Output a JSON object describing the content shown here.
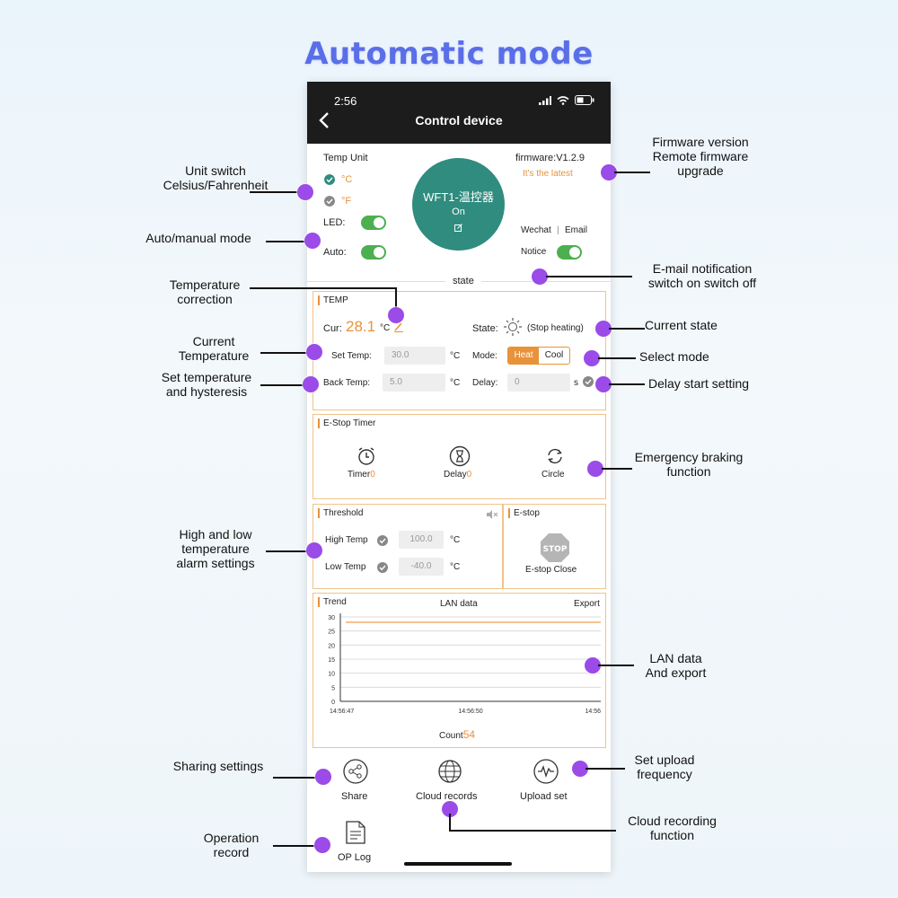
{
  "headline": "Automatic mode",
  "status_bar": {
    "time": "2:56"
  },
  "nav": {
    "title": "Control device"
  },
  "device": {
    "temp_unit_label": "Temp Unit",
    "celsius": "°C",
    "fahrenheit": "°F",
    "led_label": "LED:",
    "auto_label": "Auto:",
    "name": "WFT1-温控器",
    "power_state": "On",
    "firmware": "firmware:V1.2.9",
    "firmware_status": "It's the latest",
    "wechat": "Wechat",
    "email": "Email",
    "notice_label": "Notice",
    "state_divider": "state",
    "led_on": true,
    "auto_on": true,
    "notice_on": true
  },
  "temp_panel": {
    "title": "TEMP",
    "cur_label": "Cur:",
    "cur_value": "28.1",
    "cur_unit": "°C",
    "state_label": "State:",
    "state_value": "(Stop heating)",
    "set_temp_label": "Set Temp:",
    "set_temp_value": "30.0",
    "set_temp_unit": "°C",
    "mode_label": "Mode:",
    "mode_heat": "Heat",
    "mode_cool": "Cool",
    "back_temp_label": "Back Temp:",
    "back_temp_value": "5.0",
    "back_temp_unit": "°C",
    "delay_label": "Delay:",
    "delay_value": "0",
    "delay_unit": "s"
  },
  "estop_timer": {
    "title": "E-Stop Timer",
    "timer_label": "Timer",
    "timer_count": "0",
    "delay_label": "Delay",
    "delay_count": "0",
    "circle_label": "Circle"
  },
  "threshold": {
    "title": "Threshold",
    "high_label": "High Temp",
    "high_value": "100.0",
    "high_unit": "°C",
    "low_label": "Low  Temp",
    "low_value": "-40.0",
    "low_unit": "°C"
  },
  "estop": {
    "title": "E-stop",
    "sign": "STOP",
    "label": "E-stop Close"
  },
  "trend": {
    "title": "Trend",
    "center_label": "LAN data",
    "export_label": "Export",
    "count_label": "Count",
    "count_value": "54"
  },
  "chart_data": {
    "type": "line",
    "y_ticks": [
      "30",
      "25",
      "20",
      "15",
      "10",
      "5",
      "0"
    ],
    "x_ticks": [
      "14:56:47",
      "14:56:50",
      "14:56"
    ],
    "ylim": [
      0,
      30
    ],
    "series": [
      {
        "values": [
          28.1,
          28.1,
          28.1
        ],
        "color": "#f2a65a"
      }
    ],
    "grid": true
  },
  "bottom_actions": {
    "share": "Share",
    "cloud": "Cloud records",
    "upload": "Upload set",
    "oplog": "OP Log"
  },
  "annotations": {
    "unit_switch": "Unit switch\nCelsius/Fahrenheit",
    "auto_manual": "Auto/manual mode",
    "temp_correction": "Temperature\ncorrection",
    "current_temp": "Current\nTemperature",
    "set_temp": "Set temperature\nand hysteresis",
    "high_low": "High and low\ntemperature\nalarm settings",
    "sharing": "Sharing settings",
    "op_record": "Operation\nrecord",
    "firmware": "Firmware version\nRemote firmware\nupgrade",
    "email_notify": "E-mail notification\nswitch on switch off",
    "current_state": "Current state",
    "select_mode": "Select mode",
    "delay_start": "Delay start setting",
    "emergency": "Emergency braking\nfunction",
    "lan_data": "LAN data\nAnd export",
    "upload_freq": "Set upload\nfrequency",
    "cloud_rec": "Cloud recording\nfunction"
  },
  "colors": {
    "accent_orange": "#e8923a",
    "panel_border": "#f0c38a",
    "device_green": "#2f8c7e",
    "toggle_green": "#4caf50",
    "annotation_dot": "#9a4be8",
    "headline": "#5a6ee8"
  }
}
